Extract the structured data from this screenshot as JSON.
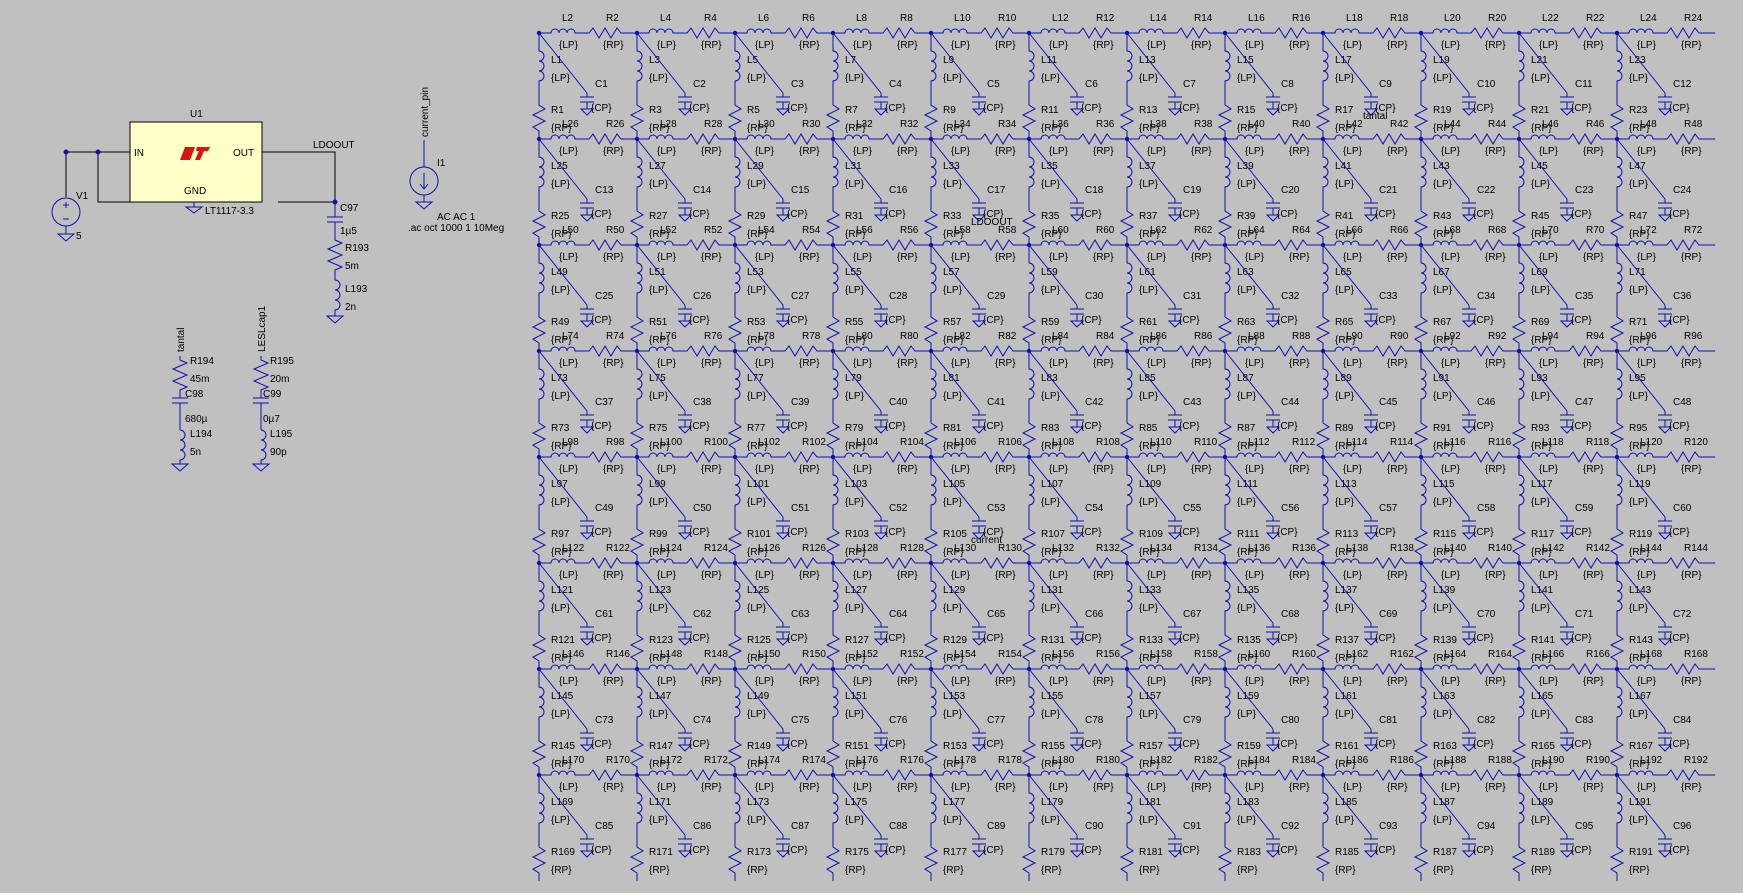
{
  "colors": {
    "background": "#c0c0c0",
    "wire": "#000000",
    "component": "#1010b0",
    "ic_fill": "#ffffc8",
    "logo": "#dd1111"
  },
  "ldo": {
    "ref": "U1",
    "part": "LT1117-3.3",
    "pin_in": "IN",
    "pin_out": "OUT",
    "pin_gnd": "GND",
    "out_net": "LDOOUT",
    "logo_icon": "linear-tech-logo"
  },
  "source": {
    "ref": "V1",
    "value": "5"
  },
  "output_network": [
    {
      "ref": "C97",
      "value": "1µ5"
    },
    {
      "ref": "R193",
      "value": "5m"
    },
    {
      "ref": "L193",
      "value": "2n"
    }
  ],
  "tantal": {
    "net": "tantal",
    "items": [
      {
        "ref": "R194",
        "value": "45m"
      },
      {
        "ref": "C98",
        "value": "680µ"
      },
      {
        "ref": "L194",
        "value": "5n"
      }
    ]
  },
  "lescap": {
    "net": "LESLcap1",
    "items": [
      {
        "ref": "R195",
        "value": "20m"
      },
      {
        "ref": "C99",
        "value": "0µ7"
      },
      {
        "ref": "L195",
        "value": "90p"
      }
    ]
  },
  "current": {
    "net": "current_pin",
    "ref": "I1",
    "value": "AC AC 1",
    "directive": ".ac oct 1000 1 10Meg"
  },
  "grid": {
    "rows": 8,
    "cols": 12,
    "value_L": "{LP}",
    "value_R": "{RP}",
    "value_C": "{CP}",
    "inner_labels": [
      {
        "text": "tantal",
        "row": 1,
        "col": 8
      },
      {
        "text": "LDOOUT",
        "row": 2,
        "col": 4
      },
      {
        "text": "current",
        "row": 5,
        "col": 4
      }
    ]
  }
}
